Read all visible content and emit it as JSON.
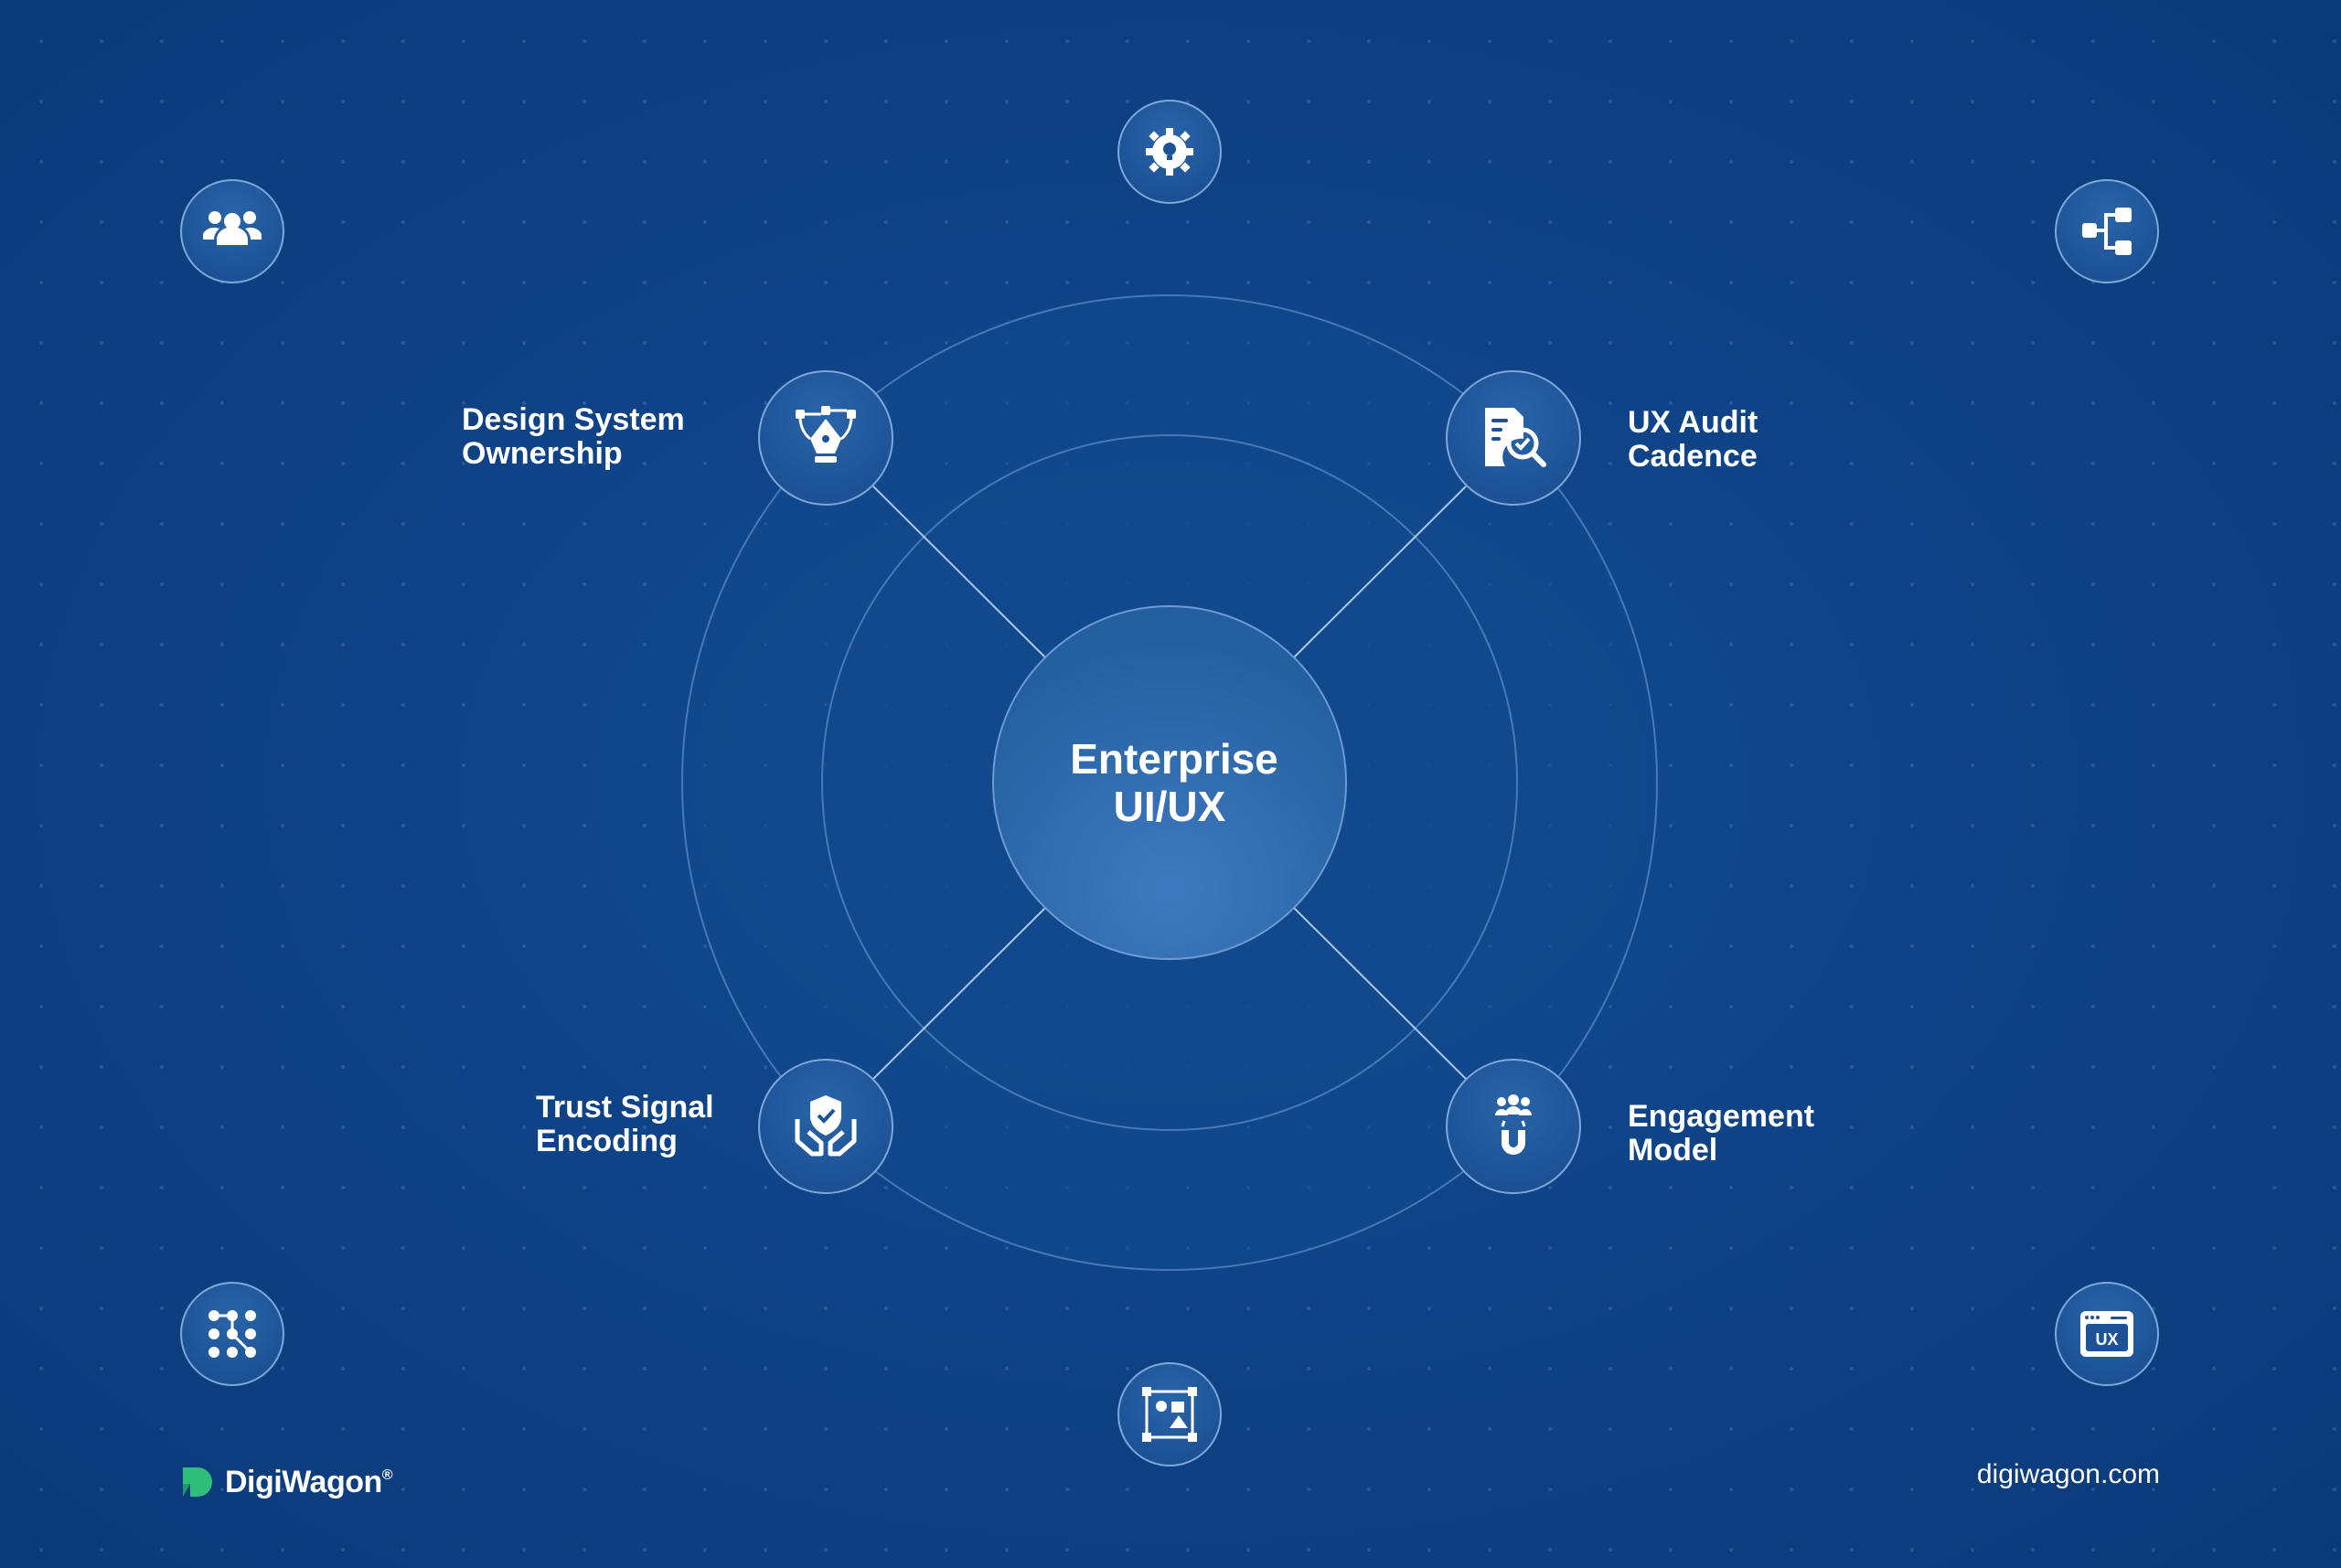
{
  "center": {
    "line1": "Enterprise",
    "line2": "UI/UX"
  },
  "nodes": [
    {
      "id": "design-system",
      "label": "Design System\nOwnership",
      "icon": "pen-tool-icon"
    },
    {
      "id": "ux-audit",
      "label": "UX Audit\nCadence",
      "icon": "document-check-icon"
    },
    {
      "id": "trust-signal",
      "label": "Trust Signal\nEncoding",
      "icon": "shield-hands-icon"
    },
    {
      "id": "engagement",
      "label": "Engagement\nModel",
      "icon": "magnet-users-icon"
    }
  ],
  "decorative_icons": [
    "team-icon",
    "gear-bulb-icon",
    "hierarchy-icon",
    "dot-grid-network-icon",
    "wireframe-icon",
    "ux-window-icon"
  ],
  "brand": {
    "name": "DigiWagon",
    "mark": "®",
    "color": "#2fbf7a"
  },
  "website": "digiwagon.com",
  "colors": {
    "background": "#0d3f80",
    "accent": "#2fbf7a",
    "text": "#ffffff"
  }
}
